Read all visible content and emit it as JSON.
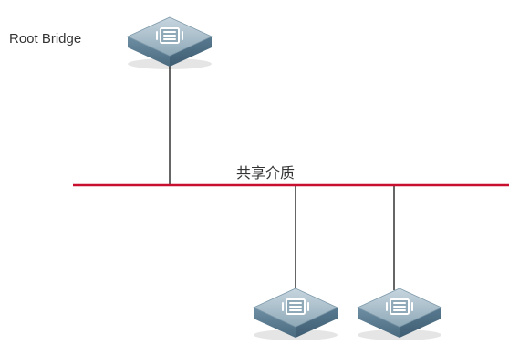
{
  "labels": {
    "root_bridge": "Root Bridge",
    "shared_medium": "共享介质"
  },
  "nodes": [
    {
      "role": "root-bridge",
      "icon": "switch-icon"
    },
    {
      "role": "bridge",
      "icon": "switch-icon"
    },
    {
      "role": "bridge",
      "icon": "switch-icon"
    }
  ],
  "colors": {
    "shared_medium_line": "#c8102e",
    "link_line": "#666666",
    "switch_top": "#a9bfcc",
    "switch_side": "#5d7f95"
  }
}
